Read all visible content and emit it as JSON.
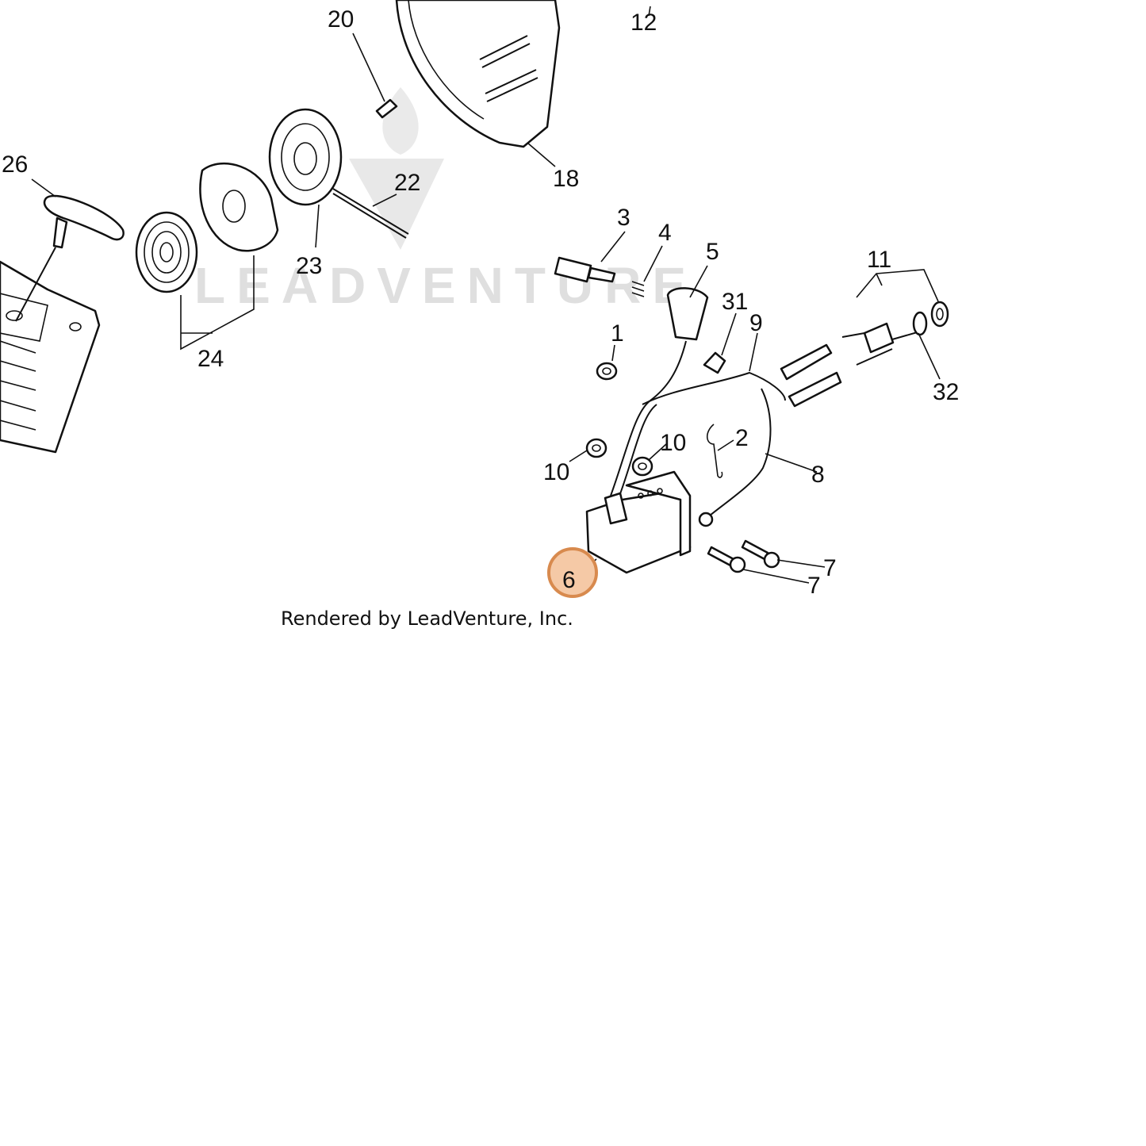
{
  "diagram": {
    "watermark": "LEADVENTURE",
    "credit": "Rendered by LeadVenture, Inc.",
    "highlight_color": "#f5c9a6",
    "highlight_stroke": "#d88a4e",
    "callouts": {
      "c12": "12",
      "c20": "20",
      "c26": "26",
      "c22": "22",
      "c18": "18",
      "c23": "23",
      "c24": "24",
      "c3": "3",
      "c4": "4",
      "c5": "5",
      "c11": "11",
      "c31": "31",
      "c9": "9",
      "c1": "1",
      "c32": "32",
      "c10a": "10",
      "c10b": "10",
      "c2": "2",
      "c8": "8",
      "c7a": "7",
      "c7b": "7",
      "c6": "6"
    }
  }
}
